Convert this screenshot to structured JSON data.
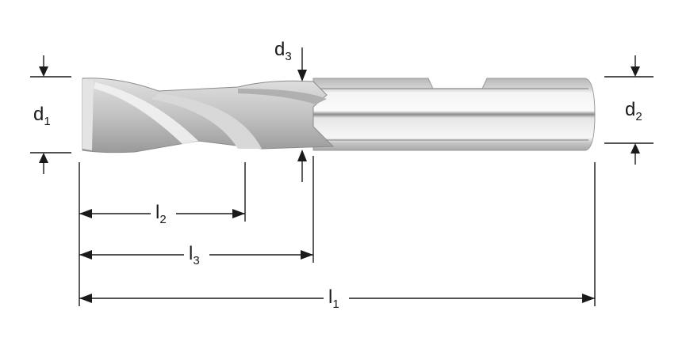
{
  "diagram": {
    "subject": "end-mill",
    "labels": {
      "d1": {
        "main": "d",
        "sub": "1"
      },
      "d2": {
        "main": "d",
        "sub": "2"
      },
      "d3": {
        "main": "d",
        "sub": "3"
      },
      "l1": {
        "main": "l",
        "sub": "1"
      },
      "l2": {
        "main": "l",
        "sub": "2"
      },
      "l3": {
        "main": "l",
        "sub": "3"
      }
    },
    "colors": {
      "line": "#1a1a1a",
      "steel_light": "#eeeeee",
      "steel_mid": "#c9c9c9",
      "steel_dark": "#8e8e8e"
    }
  }
}
